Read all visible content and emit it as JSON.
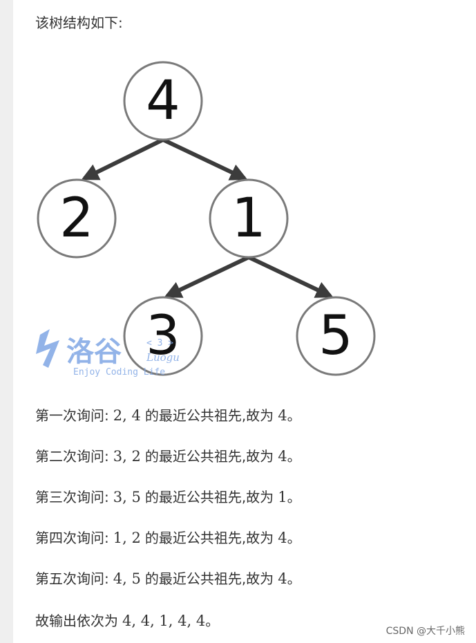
{
  "intro": "该树结构如下:",
  "tree": {
    "nodes": [
      "4",
      "2",
      "1",
      "3",
      "5"
    ]
  },
  "watermark": {
    "logo_text": "洛谷",
    "small_text": "< 3 >",
    "italic_text": "Luogu",
    "tagline": "Enjoy Coding Life"
  },
  "queries": [
    {
      "label": "第一次询问:",
      "pair": "2, 4",
      "middle": "的最近公共祖先,故为",
      "answer": "4",
      "end": "。"
    },
    {
      "label": "第二次询问:",
      "pair": "3, 2",
      "middle": "的最近公共祖先,故为",
      "answer": "4",
      "end": "。"
    },
    {
      "label": "第三次询问:",
      "pair": "3, 5",
      "middle": "的最近公共祖先,故为",
      "answer": "1",
      "end": "。"
    },
    {
      "label": "第四次询问:",
      "pair": "1, 2",
      "middle": "的最近公共祖先,故为",
      "answer": "4",
      "end": "。"
    },
    {
      "label": "第五次询问:",
      "pair": "4, 5",
      "middle": "的最近公共祖先,故为",
      "answer": "4",
      "end": "。"
    }
  ],
  "summary": {
    "label": "故输出依次为",
    "values": "4, 4, 1, 4, 4",
    "end": "。"
  },
  "source_mark": "CSDN @大千小熊"
}
